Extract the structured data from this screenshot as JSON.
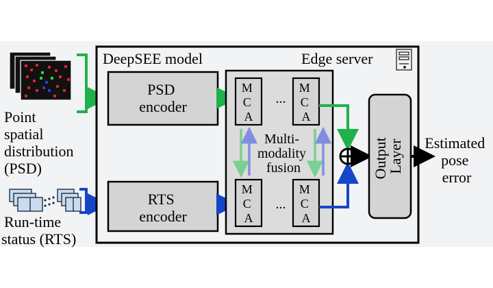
{
  "input_psd": {
    "label_lines": [
      "Point",
      "spatial",
      "distribution",
      "(PSD)"
    ]
  },
  "input_rts": {
    "label_lines": [
      "Run-time",
      "status (RTS)"
    ]
  },
  "model": {
    "title": "DeepSEE model",
    "server_label": "Edge server",
    "server_icon": "server-icon"
  },
  "encoders": {
    "psd_lines": [
      "PSD",
      "encoder"
    ],
    "rts_lines": [
      "RTS",
      "encoder"
    ]
  },
  "mca": {
    "letters": [
      "M",
      "C",
      "A"
    ],
    "ellipsis": "..."
  },
  "fusion": {
    "label_lines": [
      "Multi-",
      "modality",
      "fusion"
    ],
    "sum_symbol": "⊕"
  },
  "output": {
    "layer_lines": [
      "Output",
      "Layer"
    ],
    "result_lines": [
      "Estimated",
      "pose",
      "error"
    ]
  },
  "colors": {
    "psd_path": "#1fb24a",
    "rts_path": "#1646c8",
    "box_fill": "#d4d4d4",
    "panel_fill": "#f2f3f5",
    "fusion_fill": "#dcdcdc",
    "green_arrow_light": "#79d092",
    "blue_arrow_light": "#7f8fe0"
  }
}
